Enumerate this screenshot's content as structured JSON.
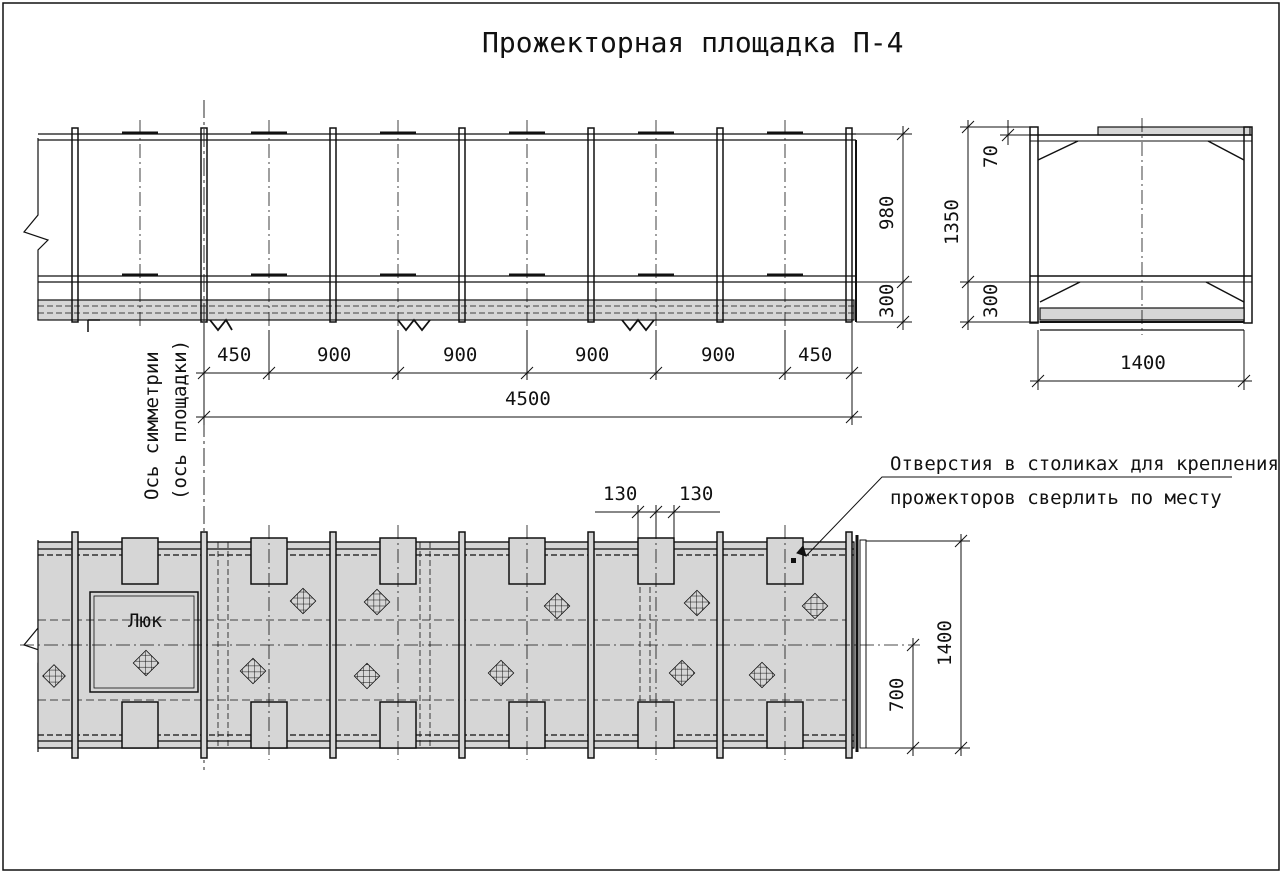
{
  "drawing": {
    "title": "Прожекторная площадка П-4",
    "hatch_label": "Люк",
    "axis_label_line1": "Ось симметрии",
    "axis_label_line2": "(ось площадки)",
    "note_line1": "Отверстия в столиках для крепления",
    "note_line2": "прожекторов сверлить по месту"
  },
  "dimensions": {
    "front_height_upper": "980",
    "front_height_lower": "300",
    "bays": [
      "450",
      "900",
      "900",
      "900",
      "900",
      "450"
    ],
    "total_length": "4500",
    "side_top": "70",
    "side_height": "1350",
    "side_bottom": "300",
    "side_width": "1400",
    "table_gap_left": "130",
    "table_gap_right": "130",
    "plan_width": "1400",
    "plan_half": "700"
  },
  "colors": {
    "line": "#111111",
    "fill_gray": "#d6d6d6",
    "background": "#ffffff"
  }
}
